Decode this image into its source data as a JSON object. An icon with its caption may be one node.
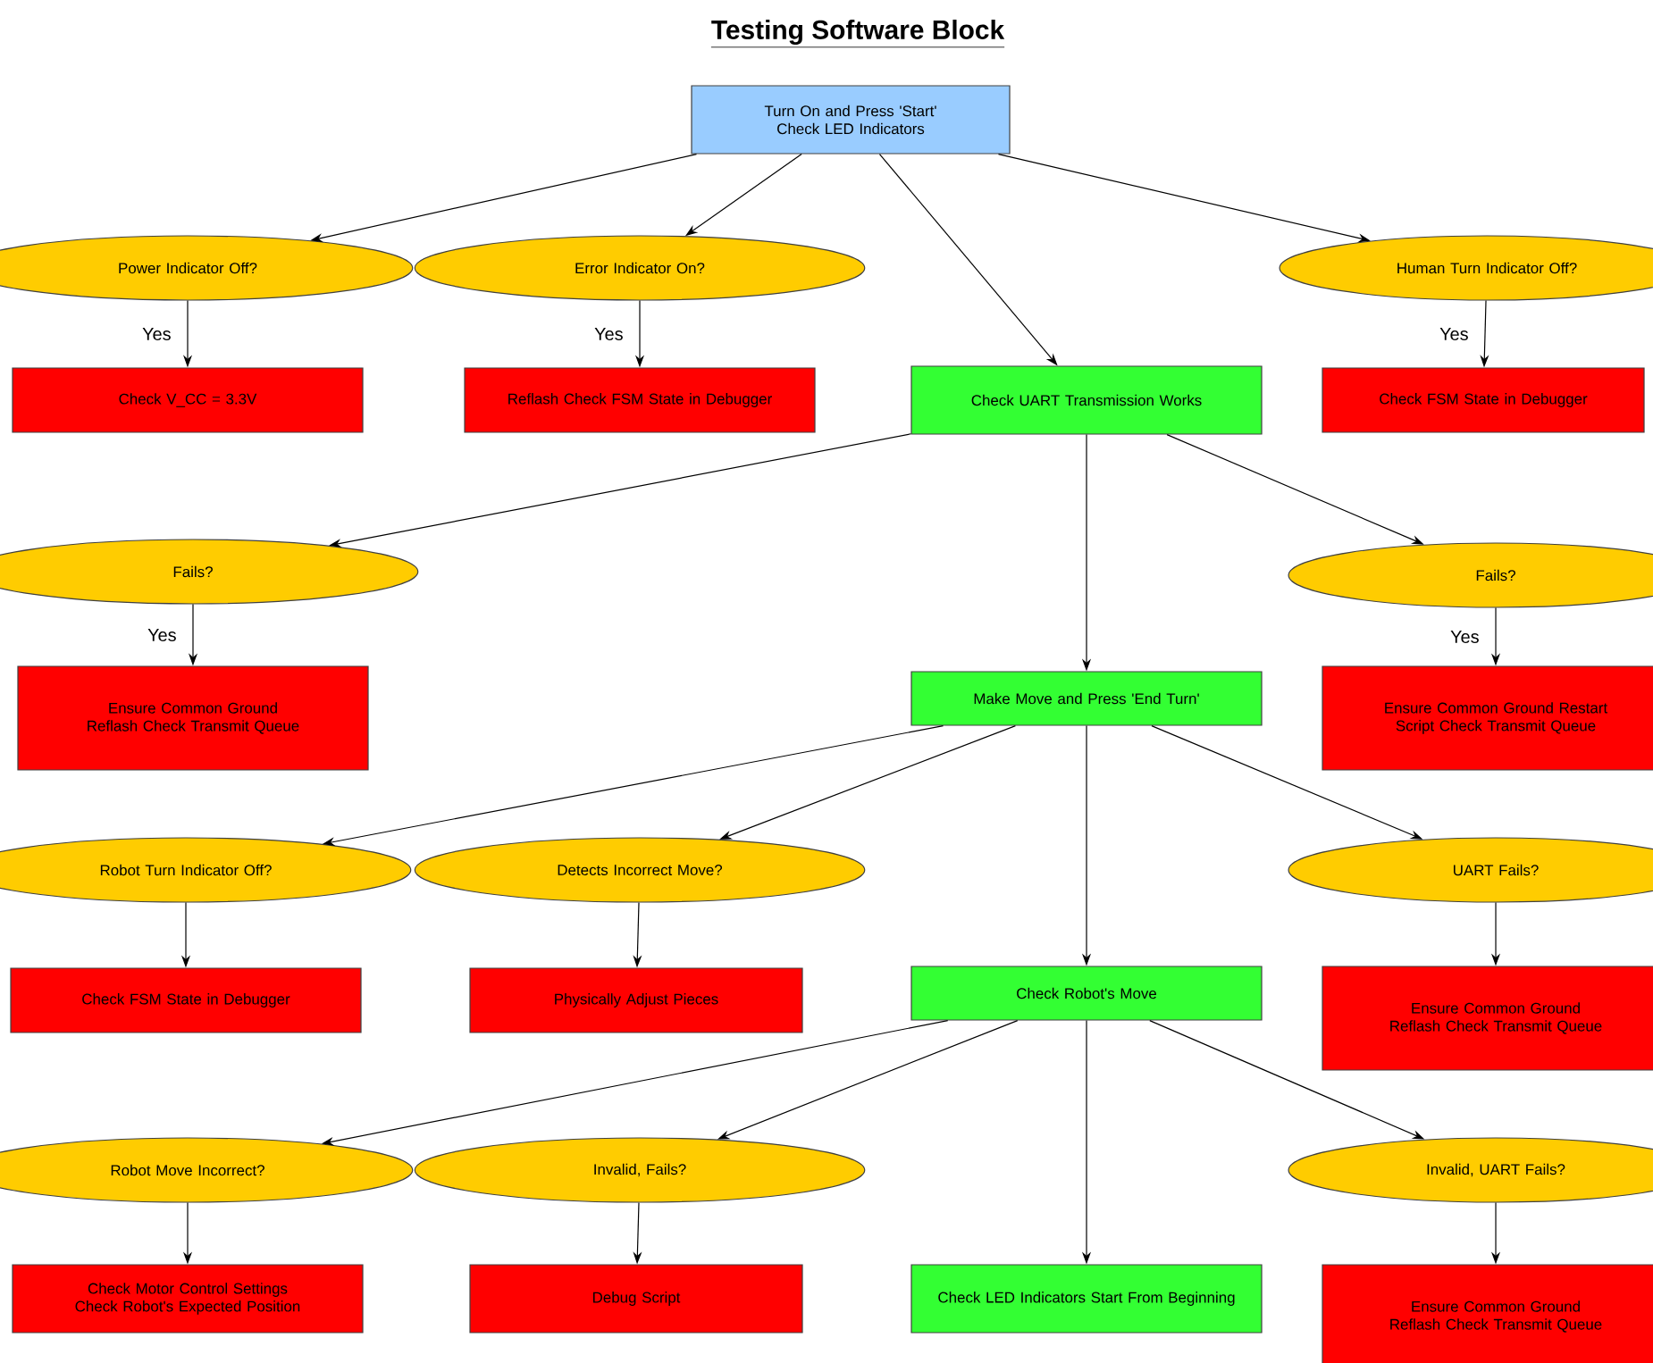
{
  "diagram": {
    "title": "Testing Software Block",
    "nodes": [
      {
        "text": [
          "Turn On and Press 'Start' Check LED Indicators"
        ]
      },
      {
        "text": [
          "Power Indicator Off?"
        ]
      },
      {
        "text": [
          "Error Indicator On?"
        ]
      },
      {
        "text": [
          "Human Turn Indicator Off?"
        ]
      },
      {
        "text": [
          "Check V_CC = 3.3V"
        ]
      },
      {
        "text": [
          "Reflash Check FSM State in Debugger"
        ]
      },
      {
        "text": [
          "Check UART Transmission Works"
        ]
      },
      {
        "text": [
          "Check FSM State in Debugger"
        ]
      },
      {
        "text": [
          "Fails?"
        ]
      },
      {
        "text": [
          "Fails?"
        ]
      },
      {
        "text": [
          "Ensure Common Ground Reflash Check Transmit Queue"
        ]
      },
      {
        "text": [
          "Make Move and Press 'End Turn'"
        ]
      },
      {
        "text": [
          "Ensure Common Ground Restart Script Check Transmit Queue"
        ]
      },
      {
        "text": [
          "Robot Turn Indicator Off?"
        ]
      },
      {
        "text": [
          "Detects Incorrect Move?"
        ]
      },
      {
        "text": [
          "UART Fails?"
        ]
      },
      {
        "text": [
          "Check FSM State in Debugger"
        ]
      },
      {
        "text": [
          "Physically Adjust Pieces"
        ]
      },
      {
        "text": [
          "Check Robot's Move"
        ]
      },
      {
        "text": [
          "Ensure Common Ground Reflash Check Transmit Queue"
        ]
      },
      {
        "text": [
          "Robot Move Incorrect?"
        ]
      },
      {
        "text": [
          "Invalid, Fails?"
        ]
      },
      {
        "text": [
          "Invalid, UART Fails?"
        ]
      },
      {
        "text": [
          "Check Motor Control Settings Check Robot's Expected Position"
        ]
      },
      {
        "text": [
          "Debug Script"
        ]
      },
      {
        "text": [
          "Check LED Indicators Start From Beginning"
        ]
      },
      {
        "text": [
          "Ensure Common Ground Reflash Check Transmit Queue"
        ]
      }
    ],
    "edges": [
      {
        "from": 0,
        "to": 1,
        "arrow": "to"
      },
      {
        "from": 0,
        "to": 2,
        "arrow": "to"
      },
      {
        "from": 0,
        "to": 6,
        "arrow": "to"
      },
      {
        "from": 0,
        "to": 3,
        "arrow": "to"
      },
      {
        "from": 1,
        "to": 4,
        "arrow": "to",
        "label": "Yes"
      },
      {
        "from": 2,
        "to": 5,
        "arrow": "to",
        "label": "Yes"
      },
      {
        "from": 3,
        "to": 7,
        "arrow": "to",
        "label": "Yes"
      },
      {
        "from": 6,
        "to": 8,
        "arrow": "to"
      },
      {
        "from": 6,
        "to": 11,
        "arrow": "to"
      },
      {
        "from": 6,
        "to": 9,
        "arrow": "to"
      },
      {
        "from": 8,
        "to": 10,
        "arrow": "to",
        "label": "Yes"
      },
      {
        "from": 9,
        "to": 12,
        "arrow": "to",
        "label": "Yes"
      },
      {
        "from": 11,
        "to": 13,
        "arrow": "to"
      },
      {
        "from": 11,
        "to": 14,
        "arrow": "to"
      },
      {
        "from": 11,
        "to": 18,
        "arrow": "to"
      },
      {
        "from": 11,
        "to": 15,
        "arrow": "to"
      },
      {
        "from": 13,
        "to": 16,
        "arrow": "to"
      },
      {
        "from": 14,
        "to": 17,
        "arrow": "to"
      },
      {
        "from": 15,
        "to": 19,
        "arrow": "to"
      },
      {
        "from": 18,
        "to": 20,
        "arrow": "to"
      },
      {
        "from": 18,
        "to": 21,
        "arrow": "to"
      },
      {
        "from": 18,
        "to": 25,
        "arrow": "to"
      },
      {
        "from": 18,
        "to": 22,
        "arrow": "to"
      },
      {
        "from": 20,
        "to": 23,
        "arrow": "to"
      },
      {
        "from": 21,
        "to": 24,
        "arrow": "to"
      },
      {
        "from": 22,
        "to": 26,
        "arrow": "to"
      }
    ]
  }
}
